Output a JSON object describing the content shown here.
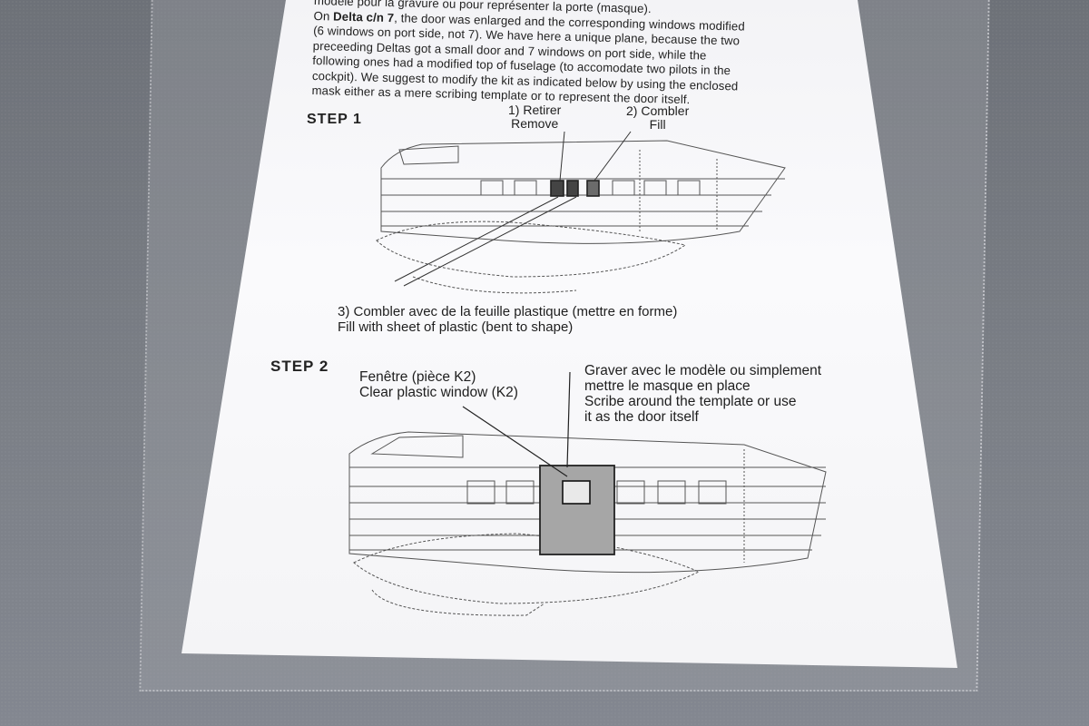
{
  "intro": {
    "line_top": "modèle pour la gravure ou pour représenter la porte (masque).",
    "line_1_prefix": "On ",
    "line_1_bold": "Delta c/n 7",
    "line_1_rest": ", the door was enlarged and the corresponding windows modified",
    "line_2": "(6 windows on port side, not 7). We have here a unique plane, because the two",
    "line_3": "preceeding Deltas got a small door and 7 windows on port side, while the",
    "line_4": "following ones had a modified top of fuselage (to accomodate two pilots in the",
    "line_5": "cockpit). We suggest to modify the kit as indicated below by using the enclosed",
    "line_6": "mask either as a mere scribing template or to represent the door itself."
  },
  "step1": {
    "title": "STEP 1",
    "label_remove": "1) Retirer\nRemove",
    "label_fill": "2) Combler\nFill",
    "label_plastic": "3) Combler avec de la feuille plastique (mettre en forme)\n     Fill with sheet of plastic (bent to shape)"
  },
  "step2": {
    "title": "STEP 2",
    "label_window": "Fenêtre (pièce K2)\nClear plastic window (K2)",
    "label_scribe": "Graver avec le modèle ou simplement\nmettre le masque en place\nScribe around the template or use\nit as the door itself"
  },
  "colors": {
    "paper": "#f6f6f8",
    "ink": "#222222",
    "mask_fill": "#a6a6a6",
    "background_mat": "#757980"
  }
}
